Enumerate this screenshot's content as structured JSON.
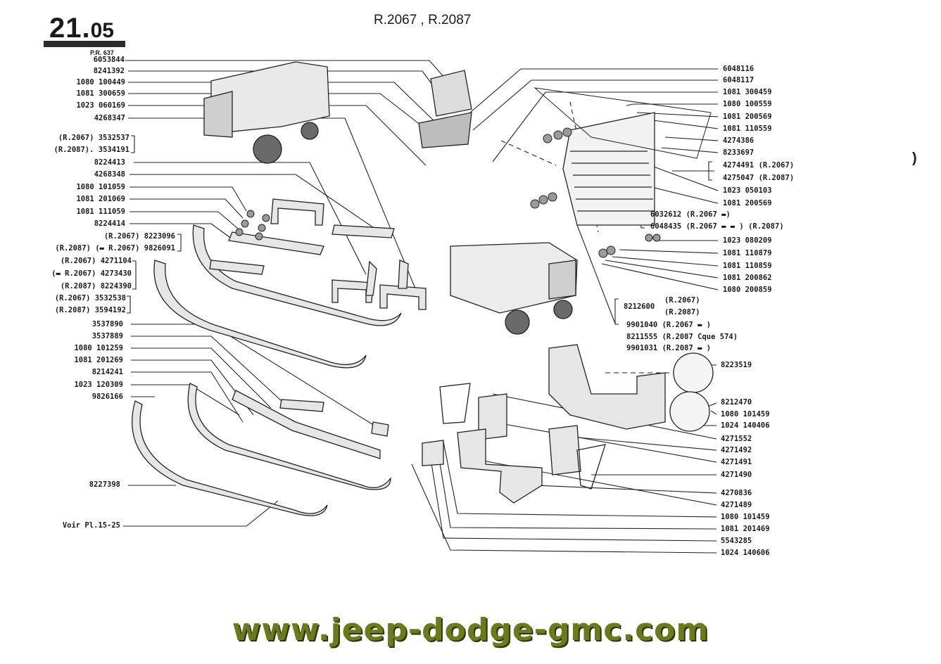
{
  "header": {
    "code_main": "21",
    "code_sep": ".",
    "code_sub": "05",
    "sub_ref": "P.R. 637",
    "models": "R.2067 , R.2087"
  },
  "left_labels": [
    "6053844",
    "8241392",
    "1080 100449",
    "1081 300659",
    "1023 060169",
    "4268347",
    "(R.2067)  3532537",
    "(R.2087).  3534191",
    "8224413",
    "4268348",
    "1080 101059",
    "1081 201069",
    "1081 111059",
    "8224414",
    "(R.2067) 8223096",
    "(R.2087) (▬ R.2067) 9826091",
    "(R.2067) 4271104",
    "(▬ R.2067) 4273430",
    "(R.2087) 8224390",
    "(R.2067)  3532538",
    "(R.2087)  3594192",
    "3537890",
    "3537889",
    "1080 101259",
    "1081 201269",
    "8214241",
    "1023 120309",
    "9826166",
    "8227398",
    "Voir Pl.15-25"
  ],
  "right_labels": [
    "6048116",
    "6048117",
    "1081 300459",
    "1080 100559",
    "1081 200569",
    "1081 110559",
    "4274386",
    "8233697",
    "4274491 (R.2067)",
    "4275047 (R.2087)",
    "1023 050103",
    "1081 200569",
    "6032612 (R.2067 ▬)",
    "6048435 (R.2067 ▬ ▬ )  (R.2087)",
    "1023 080209",
    "1081 110879",
    "1081 110859",
    "1081 200862",
    "1080 200859"
  ],
  "kit_labels": {
    "code": "8212600",
    "line1": "(R.2067)",
    "line2": "(R.2087)",
    "line3": "9901040  (R.2067 ▬ )",
    "line4": "8211555  (R.2087 Cque 574)",
    "line5": "9901031  (R.2087 ▬ )"
  },
  "bottom_right_labels": [
    "8223519",
    "8212470",
    "1080 101459",
    "1024 140406",
    "4271552",
    "4271492",
    "4271491",
    "4271490",
    "4270836",
    "4271489",
    "1080 101459",
    "1081 201469",
    "5543285",
    "1024 140606"
  ],
  "footer": {
    "url": "www.jeep-dodge-gmc.com"
  }
}
